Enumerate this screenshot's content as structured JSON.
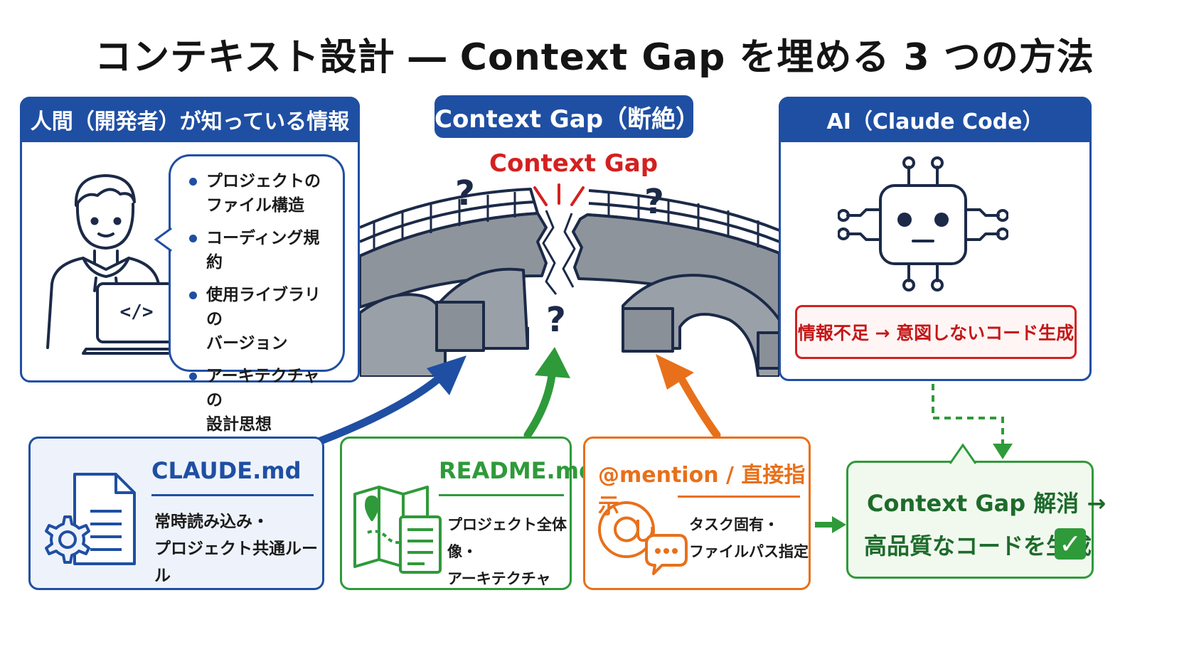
{
  "title": "コンテキスト設計 ― Context Gap を埋める 3 つの方法",
  "human": {
    "header": "人間（開発者）が知っている情報",
    "items": [
      "プロジェクトの\nファイル構造",
      "コーディング規約",
      "使用ライブラリの\nバージョン",
      "アーキテクチャの\n設計思想"
    ],
    "laptop_glyph": "</>"
  },
  "gap": {
    "header": "Context Gap（断絶）",
    "label": "Context Gap",
    "question_mark": "?"
  },
  "ai": {
    "header": "AI（Claude Code）",
    "warning": "情報不足 → 意図しないコード生成"
  },
  "methods": [
    {
      "title": "CLAUDE.md",
      "desc": "常時読み込み・\nプロジェクト共通ルール",
      "color": "#1f4fa3",
      "icon": "document-gear-icon"
    },
    {
      "title": "README.md",
      "desc": "プロジェクト全体像・\nアーキテクチャ",
      "color": "#2f9a3a",
      "icon": "map-document-icon"
    },
    {
      "title": "@mention / 直接指示",
      "desc": "タスク固有・\nファイルパス指定",
      "color": "#e8701a",
      "icon": "at-chat-icon"
    }
  ],
  "result": {
    "line1": "Context Gap 解消 →",
    "line2": "高品質なコードを生成",
    "check": "✓"
  }
}
